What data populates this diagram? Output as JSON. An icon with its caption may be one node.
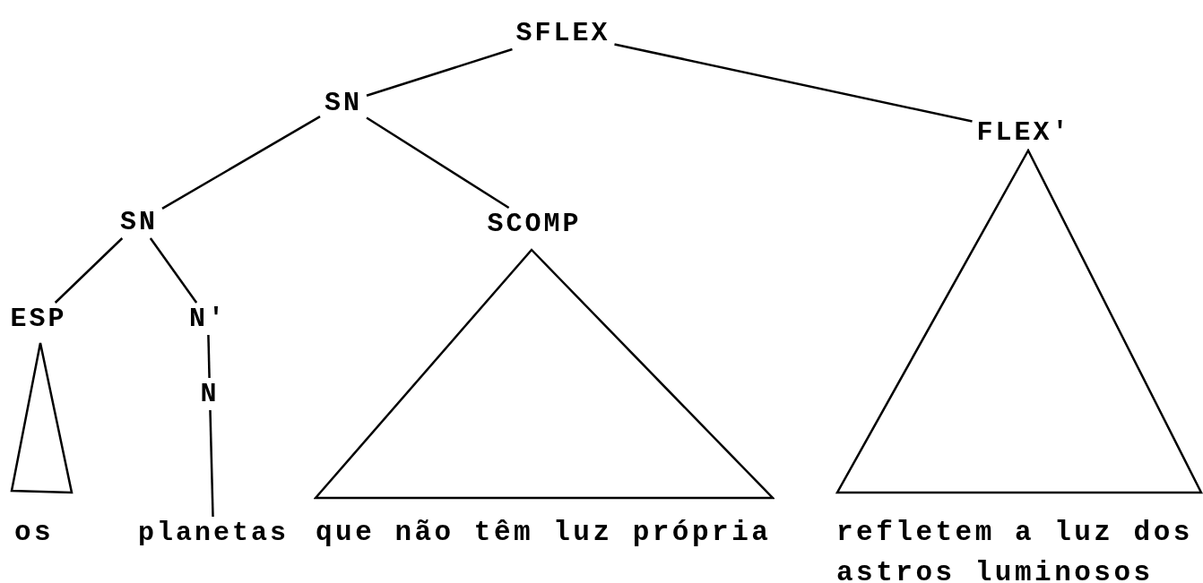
{
  "diagram": {
    "nodes": [
      {
        "text": [
          "SFLEX"
        ]
      },
      {
        "text": [
          "SN"
        ]
      },
      {
        "text": [
          "FLEX'"
        ]
      },
      {
        "text": [
          "SN"
        ]
      },
      {
        "text": [
          "SCOMP"
        ]
      },
      {
        "text": [
          "ESP"
        ]
      },
      {
        "text": [
          "N'"
        ]
      },
      {
        "text": [
          "N"
        ]
      },
      {
        "text": [],
        "shape": "triangle",
        "beside": [
          "os"
        ]
      },
      {
        "text": [],
        "shape": "triangle",
        "beside": [
          "que não têm luz própria"
        ]
      },
      {
        "text": [],
        "shape": "triangle",
        "beside": [
          "refletem a luz dos astros luminosos"
        ]
      },
      {
        "text": [
          "planetas"
        ]
      }
    ],
    "edges": [
      {
        "from": 0,
        "to": 1,
        "arrow": "none"
      },
      {
        "from": 0,
        "to": 2,
        "arrow": "none"
      },
      {
        "from": 1,
        "to": 3,
        "arrow": "none"
      },
      {
        "from": 1,
        "to": 4,
        "arrow": "none"
      },
      {
        "from": 3,
        "to": 5,
        "arrow": "none"
      },
      {
        "from": 3,
        "to": 6,
        "arrow": "none"
      },
      {
        "from": 6,
        "to": 7,
        "arrow": "none"
      },
      {
        "from": 7,
        "to": 11,
        "arrow": "none"
      }
    ]
  }
}
